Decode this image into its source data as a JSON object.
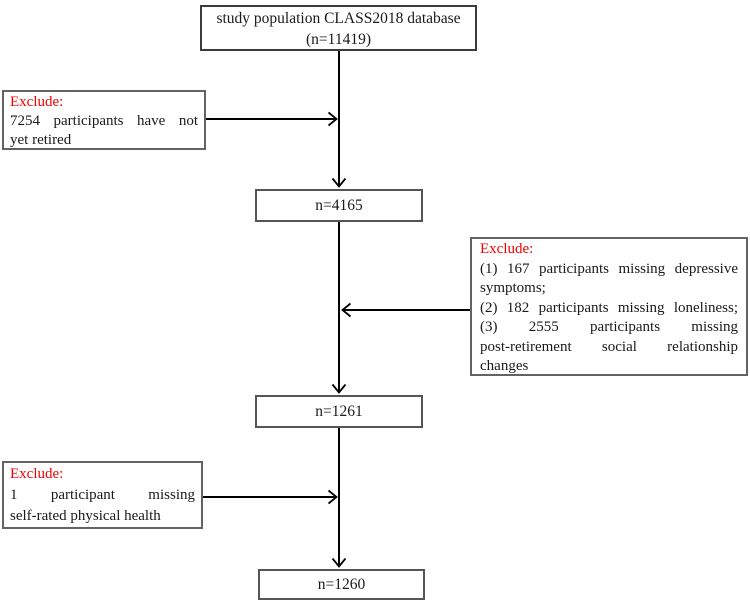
{
  "diagram": {
    "type": "study-flowchart",
    "boxes": {
      "top": {
        "lines": [
          "study population CLASS2018 database",
          "(n=11419)"
        ]
      },
      "n4165": {
        "label": "n=4165"
      },
      "n1261": {
        "label": "n=1261"
      },
      "n1260": {
        "label": "n=1260"
      },
      "exclude1": {
        "title": "Exclude:",
        "lines": [
          "7254 participants have not",
          "yet retired"
        ]
      },
      "exclude2": {
        "title": "Exclude:",
        "lines": [
          "(1) 167 participants missing depressive",
          "symptoms;",
          "(2) 182 participants missing loneliness;",
          "(3) 2555 participants missing",
          "post-retirement social relationship",
          "changes"
        ]
      },
      "exclude3": {
        "title": "Exclude:",
        "lines": [
          "1 participant missing",
          "self-rated physical health"
        ]
      }
    },
    "colors": {
      "exclude_label_red": "#f40000",
      "box_border": "#3c3c3c",
      "excl_box_border": "#636363",
      "arrow_line": "#000000",
      "background": "#ffffff"
    }
  }
}
